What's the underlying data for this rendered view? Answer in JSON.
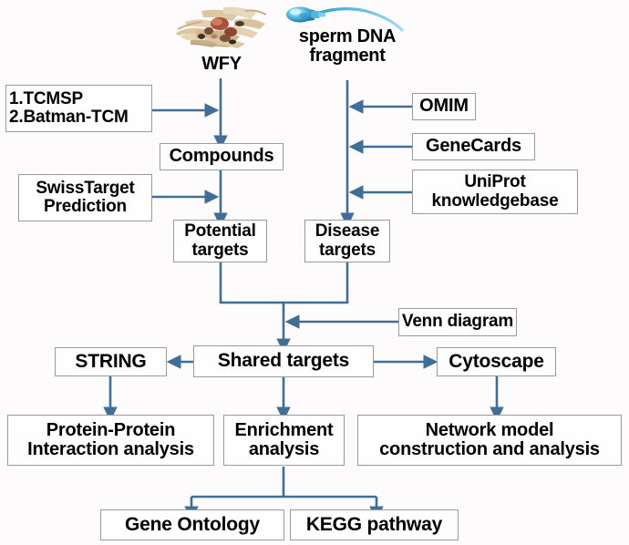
{
  "figure": {
    "title": "Network pharmacology workflow of WFY against sperm DNA fragmentation",
    "background_color": "#fdfbfc",
    "arrow_color": "#3f6f99",
    "box_border_color": "#9a9a9a",
    "box_fill_color": "#fffefe",
    "text_color": "#000000"
  },
  "icons": {
    "herb": "herb-pile-icon",
    "sperm": "sperm-cell-icon"
  },
  "captions": {
    "herb_label": "WFY",
    "sperm_label_line1": "sperm DNA",
    "sperm_label_line2": "fragment"
  },
  "nodes": {
    "databases_left": {
      "line1": "1.TCMSP",
      "line2": "2.Batman-TCM"
    },
    "swiss_target": {
      "line1": "SwissTarget",
      "line2": "Prediction"
    },
    "compounds": "Compounds",
    "potential_targets": {
      "line1": "Potential",
      "line2": "targets"
    },
    "disease_targets": {
      "line1": "Disease",
      "line2": "targets"
    },
    "omim": "OMIM",
    "genecards": "GeneCards",
    "uniprot": {
      "line1": "UniProt",
      "line2": "knowledgebase"
    },
    "venn": "Venn diagram",
    "shared_targets": "Shared targets",
    "string": "STRING",
    "cytoscape": "Cytoscape",
    "ppi": {
      "line1": "Protein-Protein",
      "line2": "Interaction analysis"
    },
    "enrichment": {
      "line1": "Enrichment",
      "line2": "analysis"
    },
    "network_model": {
      "line1": "Network model",
      "line2": "construction and analysis"
    },
    "gene_ontology": "Gene Ontology",
    "kegg": "KEGG pathway"
  },
  "flow": {
    "edges": [
      {
        "from": "WFY",
        "to": "Compounds"
      },
      {
        "from": "1.TCMSP / 2.Batman-TCM",
        "to": "WFY to Compounds edge"
      },
      {
        "from": "Compounds",
        "to": "Potential targets"
      },
      {
        "from": "SwissTarget Prediction",
        "to": "Compounds to Potential targets edge"
      },
      {
        "from": "sperm DNA fragment",
        "to": "Disease targets"
      },
      {
        "from": "OMIM",
        "to": "sperm DNA fragment to Disease targets edge"
      },
      {
        "from": "GeneCards",
        "to": "sperm DNA fragment to Disease targets edge"
      },
      {
        "from": "UniProt knowledgebase",
        "to": "sperm DNA fragment to Disease targets edge"
      },
      {
        "from": "Potential targets + Disease targets",
        "to": "Shared targets"
      },
      {
        "from": "Venn diagram",
        "to": "merge to Shared targets edge"
      },
      {
        "from": "Shared targets",
        "to": "STRING"
      },
      {
        "from": "Shared targets",
        "to": "Cytoscape"
      },
      {
        "from": "STRING",
        "to": "Protein-Protein Interaction analysis"
      },
      {
        "from": "Shared targets",
        "to": "Enrichment analysis"
      },
      {
        "from": "Cytoscape",
        "to": "Network model construction and analysis"
      },
      {
        "from": "Enrichment analysis",
        "to": "Gene Ontology"
      },
      {
        "from": "Enrichment analysis",
        "to": "KEGG pathway"
      }
    ]
  }
}
